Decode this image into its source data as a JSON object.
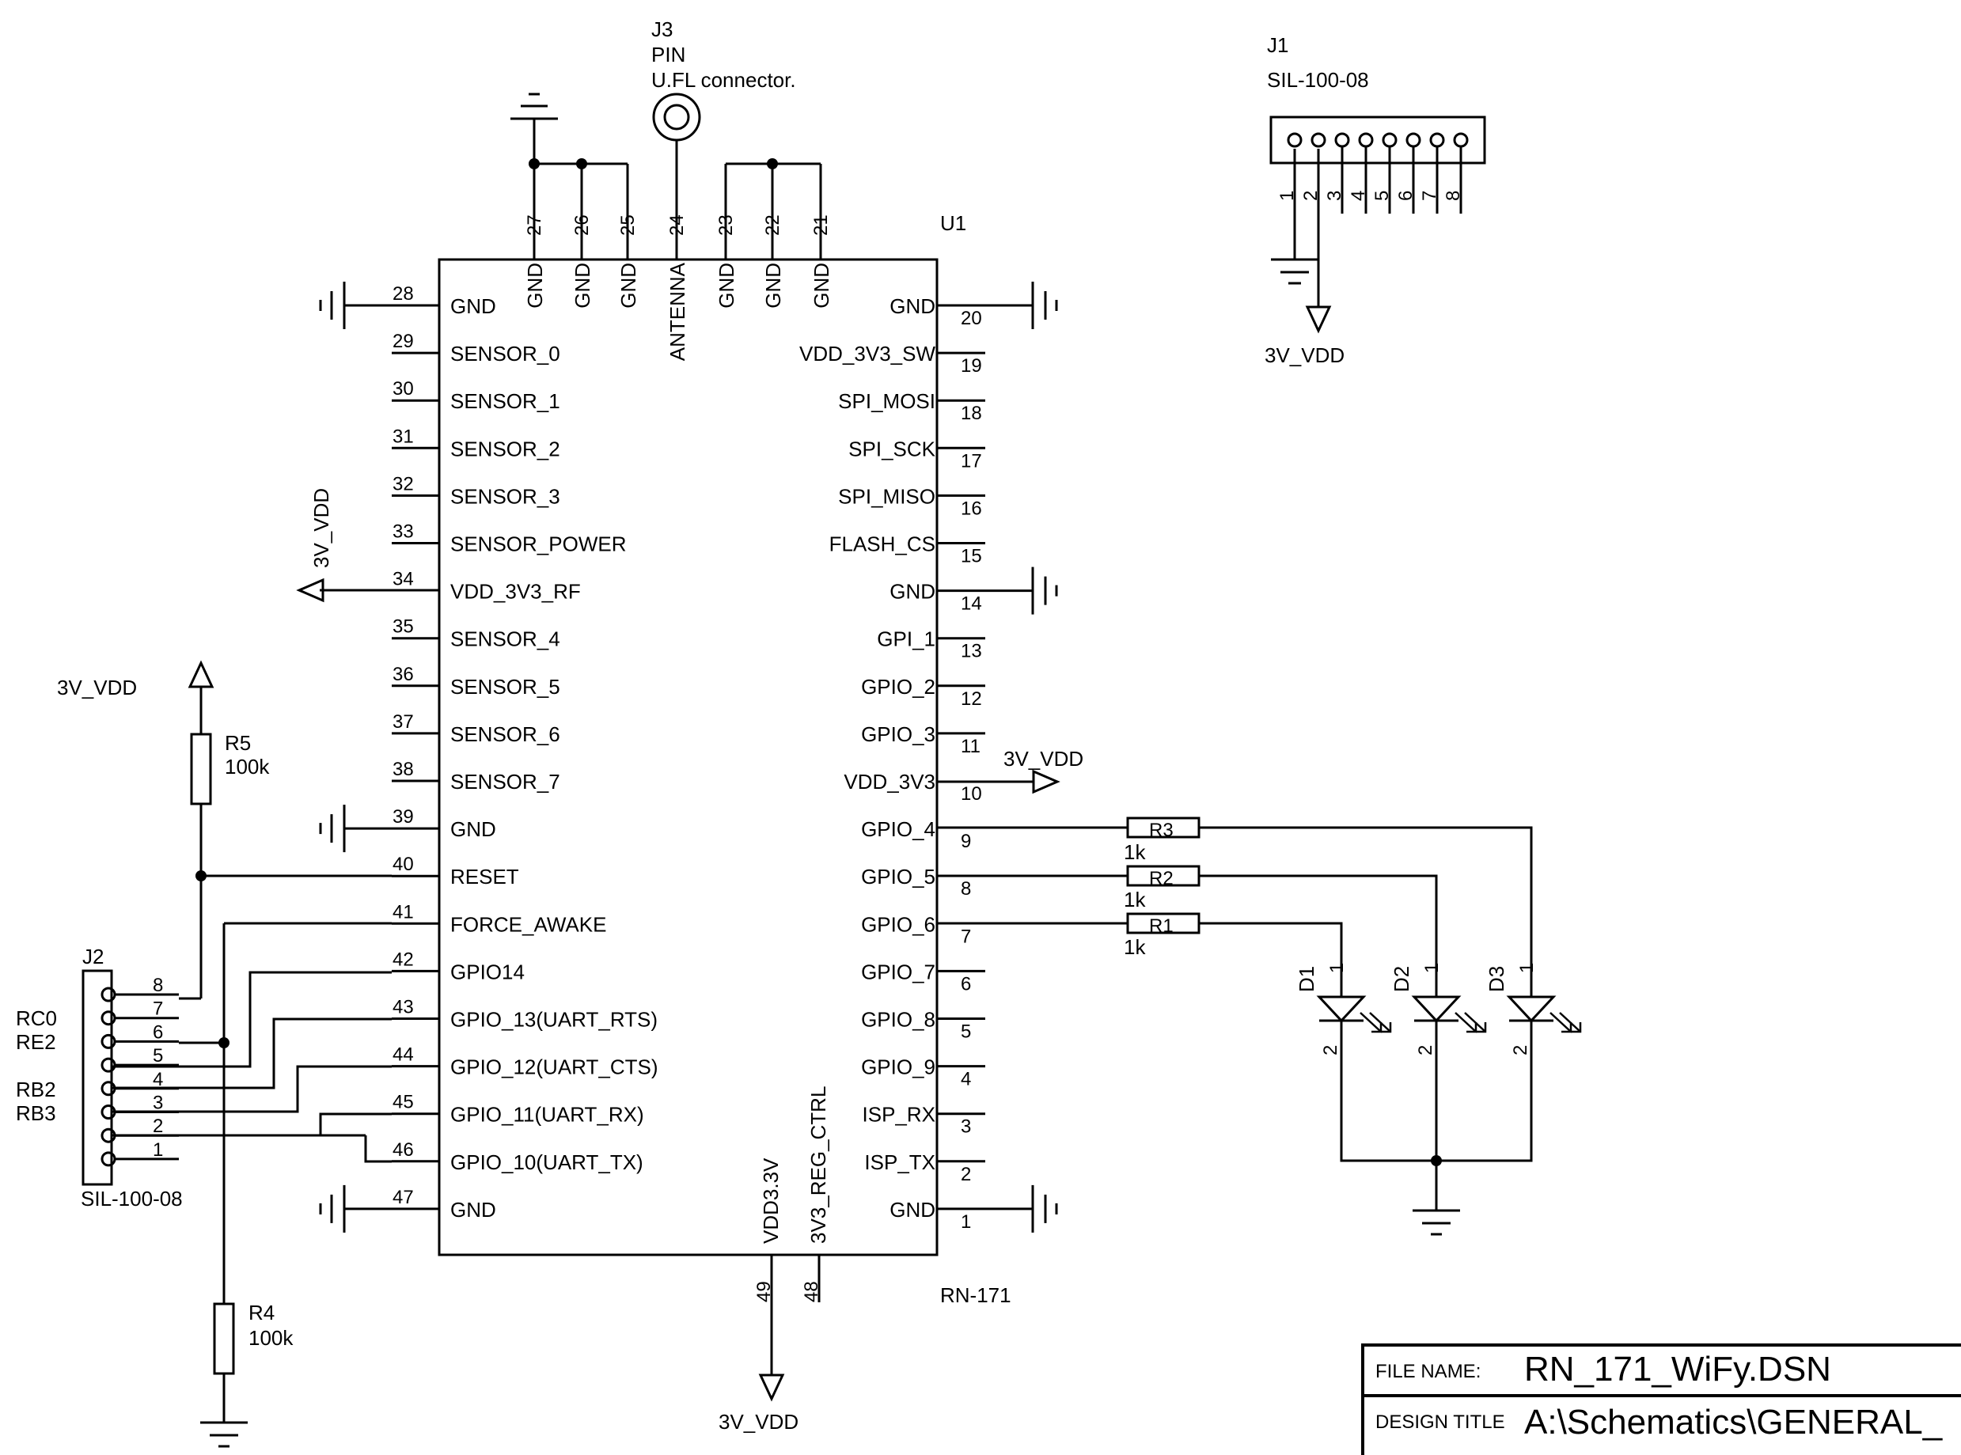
{
  "u1": {
    "ref": "U1",
    "part": "RN-171",
    "left_pins": [
      {
        "num": "28",
        "name": "GND"
      },
      {
        "num": "29",
        "name": "SENSOR_0"
      },
      {
        "num": "30",
        "name": "SENSOR_1"
      },
      {
        "num": "31",
        "name": "SENSOR_2"
      },
      {
        "num": "32",
        "name": "SENSOR_3"
      },
      {
        "num": "33",
        "name": "SENSOR_POWER"
      },
      {
        "num": "34",
        "name": "VDD_3V3_RF"
      },
      {
        "num": "35",
        "name": "SENSOR_4"
      },
      {
        "num": "36",
        "name": "SENSOR_5"
      },
      {
        "num": "37",
        "name": "SENSOR_6"
      },
      {
        "num": "38",
        "name": "SENSOR_7"
      },
      {
        "num": "39",
        "name": "GND"
      },
      {
        "num": "40",
        "name": "RESET"
      },
      {
        "num": "41",
        "name": "FORCE_AWAKE"
      },
      {
        "num": "42",
        "name": "GPIO14"
      },
      {
        "num": "43",
        "name": "GPIO_13(UART_RTS)"
      },
      {
        "num": "44",
        "name": "GPIO_12(UART_CTS)"
      },
      {
        "num": "45",
        "name": "GPIO_11(UART_RX)"
      },
      {
        "num": "46",
        "name": "GPIO_10(UART_TX)"
      },
      {
        "num": "47",
        "name": "GND"
      }
    ],
    "right_pins": [
      {
        "num": "20",
        "name": "GND"
      },
      {
        "num": "19",
        "name": "VDD_3V3_SW"
      },
      {
        "num": "18",
        "name": "SPI_MOSI"
      },
      {
        "num": "17",
        "name": "SPI_SCK"
      },
      {
        "num": "16",
        "name": "SPI_MISO"
      },
      {
        "num": "15",
        "name": "FLASH_CS"
      },
      {
        "num": "14",
        "name": "GND"
      },
      {
        "num": "13",
        "name": "GPI_1"
      },
      {
        "num": "12",
        "name": "GPIO_2"
      },
      {
        "num": "11",
        "name": "GPIO_3"
      },
      {
        "num": "10",
        "name": "VDD_3V3"
      },
      {
        "num": "9",
        "name": "GPIO_4"
      },
      {
        "num": "8",
        "name": "GPIO_5"
      },
      {
        "num": "7",
        "name": "GPIO_6"
      },
      {
        "num": "6",
        "name": "GPIO_7"
      },
      {
        "num": "5",
        "name": "GPIO_8"
      },
      {
        "num": "4",
        "name": "GPIO_9"
      },
      {
        "num": "3",
        "name": "ISP_RX"
      },
      {
        "num": "2",
        "name": "ISP_TX"
      },
      {
        "num": "1",
        "name": "GND"
      }
    ],
    "top_pins": [
      {
        "num": "27",
        "name": "GND"
      },
      {
        "num": "26",
        "name": "GND"
      },
      {
        "num": "25",
        "name": "GND"
      },
      {
        "num": "24",
        "name": "ANTENNA"
      },
      {
        "num": "23",
        "name": "GND"
      },
      {
        "num": "22",
        "name": "GND"
      },
      {
        "num": "21",
        "name": "GND"
      }
    ],
    "bottom_pins": [
      {
        "num": "49",
        "name": "VDD3.3V"
      },
      {
        "num": "48",
        "name": "3V3_REG_CTRL"
      }
    ]
  },
  "j1": {
    "ref": "J1",
    "part": "SIL-100-08",
    "pins": [
      "1",
      "2",
      "3",
      "4",
      "5",
      "6",
      "7",
      "8"
    ],
    "net": "3V_VDD"
  },
  "j2": {
    "ref": "J2",
    "part": "SIL-100-08",
    "pins": [
      "8",
      "7",
      "6",
      "5",
      "4",
      "3",
      "2",
      "1"
    ],
    "side_labels": [
      "RC0",
      "RE2",
      "RB2",
      "RB3"
    ]
  },
  "j3": {
    "ref": "J3",
    "type": "PIN",
    "desc": "U.FL connector."
  },
  "resistors": {
    "r1": {
      "ref": "R1",
      "value": "1k"
    },
    "r2": {
      "ref": "R2",
      "value": "1k"
    },
    "r3": {
      "ref": "R3",
      "value": "1k"
    },
    "r4": {
      "ref": "R4",
      "value": "100k"
    },
    "r5": {
      "ref": "R5",
      "value": "100k"
    }
  },
  "leds": [
    {
      "ref": "D1",
      "a": "1",
      "k": "2"
    },
    {
      "ref": "D2",
      "a": "1",
      "k": "2"
    },
    {
      "ref": "D3",
      "a": "1",
      "k": "2"
    }
  ],
  "nets": {
    "vdd": "3V_VDD"
  },
  "title_block": {
    "file_label": "FILE NAME:",
    "file_value": "RN_171_WiFy.DSN",
    "design_label": "DESIGN TITLE",
    "design_value": "A:\\Schematics\\GENERAL_"
  }
}
